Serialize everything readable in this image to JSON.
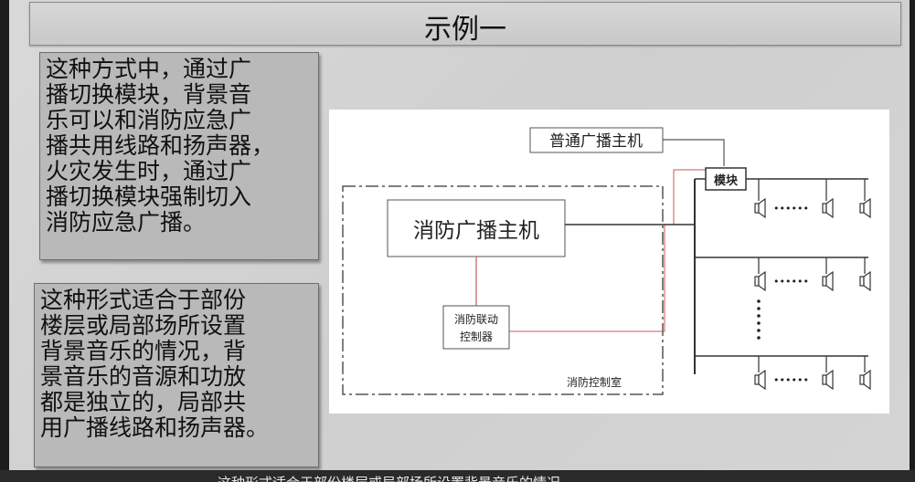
{
  "slide": {
    "title": "示例一",
    "paragraph1": "这种方式中，通过广\n播切换模块，背景音\n乐可以和消防应急广\n播共用线路和扬声器，\n火灾发生时，通过广\n播切换模块强制切入\n消防应急广播。",
    "paragraph2": "这种形式适合于部份\n楼层或局部场所设置\n背景音乐的情况，背\n景音乐的音源和功放\n都是独立的，局部共\n用广播线路和扬声器。"
  },
  "diagram": {
    "normal_host": "普通广播主机",
    "fire_host": "消防广播主机",
    "module": "模块",
    "controller_line1": "消防联动",
    "controller_line2": "控制器",
    "control_room": "消防控制室",
    "dots": "••••••"
  },
  "caption": "这种形式适合于部份楼层或局部场所设置背景音乐的情况"
}
